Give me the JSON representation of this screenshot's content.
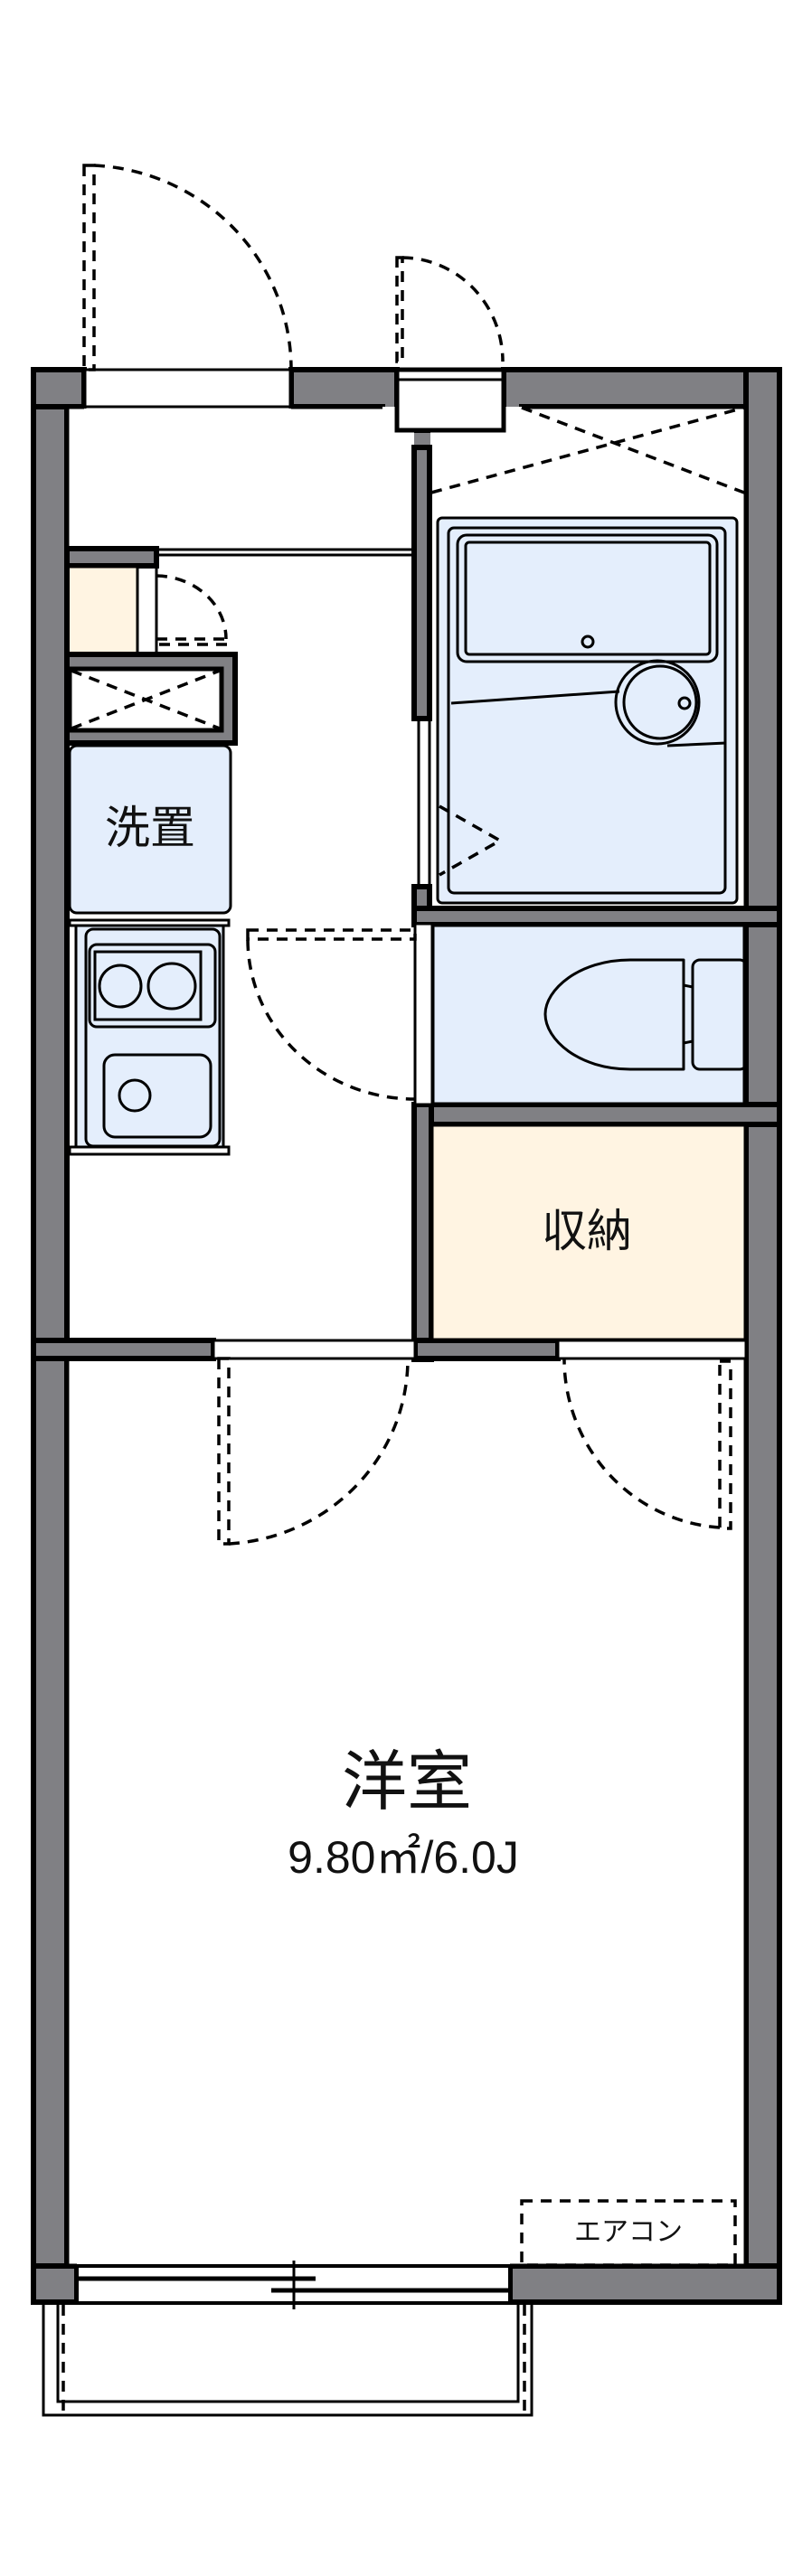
{
  "floorplan": {
    "rooms": [
      {
        "id": "washer",
        "label": "洗置"
      },
      {
        "id": "storage",
        "label": "収納"
      },
      {
        "id": "western_room",
        "label": "洋室",
        "area": "9.80㎡/6.0J"
      }
    ],
    "fixtures": {
      "aircon_label": "エアコン"
    },
    "colors": {
      "wall": "#808084",
      "wet_area": "#e4eefc",
      "storage": "#fff4e2",
      "line": "#000000"
    }
  }
}
